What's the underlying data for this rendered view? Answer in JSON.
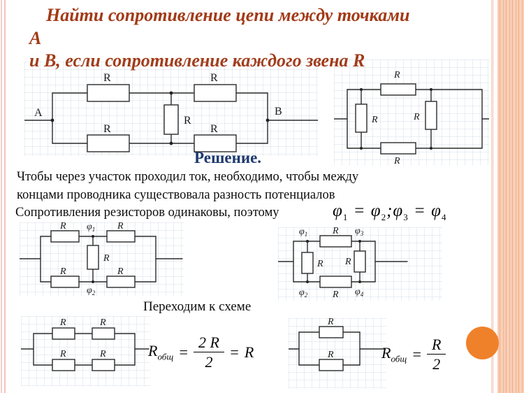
{
  "colors": {
    "title_text": "#a23a17",
    "solution_heading": "#1e3a6e",
    "body_text": "#0d0d0d",
    "accent_circle": "#f0812b",
    "right_band": "#f8d0b9",
    "left_stripes": "#f2cfc6"
  },
  "title": {
    "line1": "Найти сопротивление цепи между точками А",
    "line2": "и В, если сопротивление каждого звена R"
  },
  "solution": {
    "heading": "Решение.",
    "line1": "Чтобы через участок проходил ток, необходимо, чтобы между",
    "line2": "концами проводника существовала разность потенциалов",
    "line3": "Сопротивления резисторов одинаковы, поэтому",
    "transition": "Переходим к схеме"
  },
  "phi_formula": {
    "phi": "φ",
    "sub1": "1",
    "sub2": "2",
    "sub3": "3",
    "sub4": "4",
    "eq": "=",
    "sep": ";"
  },
  "result_left": {
    "base": "R",
    "sub": "общ",
    "eq": "=",
    "num": "2 R",
    "den": "2",
    "eq2": "=",
    "res": "R"
  },
  "result_right": {
    "base": "R",
    "sub": "общ",
    "eq": "=",
    "num": "R",
    "den": "2"
  },
  "circuits": {
    "bridge_top": {
      "node_a": "A",
      "node_b": "B",
      "r_top1": "R",
      "r_top2": "R",
      "r_bottom1": "R",
      "r_bottom2": "R",
      "r_mid": "R"
    },
    "ring_top": {
      "r_top": "R",
      "r_bottom": "R",
      "r_left": "R",
      "r_right": "R"
    },
    "bridge_mid": {
      "r_top1": "R",
      "r_top2": "R",
      "r_bottom1": "R",
      "r_bottom2": "R",
      "r_mid": "R",
      "phi": "φ",
      "phi_top_sub": "1",
      "phi_bottom_sub": "2"
    },
    "ring_mid": {
      "r_top": "R",
      "r_bottom": "R",
      "r_left": "R",
      "r_right": "R",
      "phi": "φ",
      "sub_tl": "1",
      "sub_tr": "3",
      "sub_bl": "2",
      "sub_br": "4"
    },
    "series_bottom": {
      "r1": "R",
      "r2": "R",
      "r3": "R",
      "r4": "R"
    },
    "parallel_bottom": {
      "r_top": "R",
      "r_bottom": "R"
    }
  }
}
